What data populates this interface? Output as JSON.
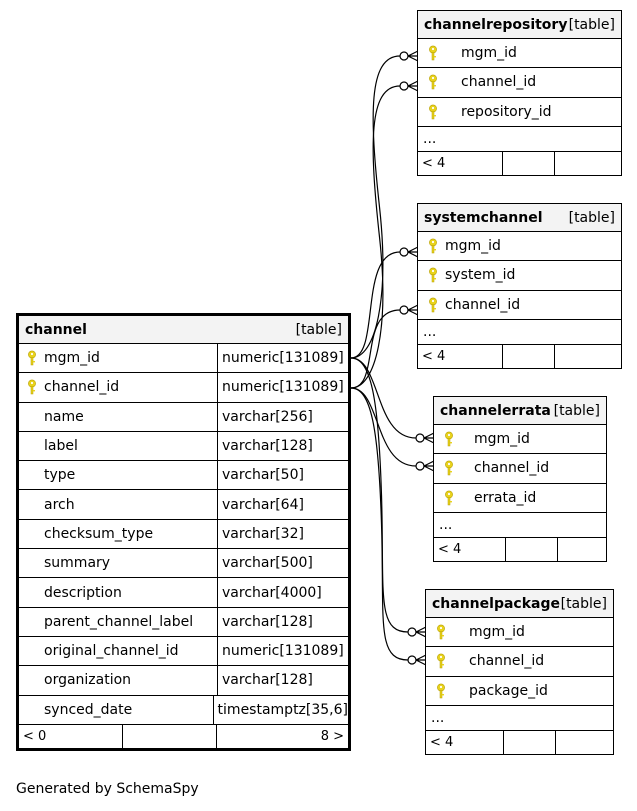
{
  "footer_text": "Generated by SchemaSpy",
  "tables": {
    "channel": {
      "name": "channel",
      "type": "[table]",
      "columns": [
        {
          "name": "mgm_id",
          "type": "numeric[131089]",
          "key": true
        },
        {
          "name": "channel_id",
          "type": "numeric[131089]",
          "key": true
        },
        {
          "name": "name",
          "type": "varchar[256]",
          "key": false
        },
        {
          "name": "label",
          "type": "varchar[128]",
          "key": false
        },
        {
          "name": "type",
          "type": "varchar[50]",
          "key": false
        },
        {
          "name": "arch",
          "type": "varchar[64]",
          "key": false
        },
        {
          "name": "checksum_type",
          "type": "varchar[32]",
          "key": false
        },
        {
          "name": "summary",
          "type": "varchar[500]",
          "key": false
        },
        {
          "name": "description",
          "type": "varchar[4000]",
          "key": false
        },
        {
          "name": "parent_channel_label",
          "type": "varchar[128]",
          "key": false
        },
        {
          "name": "original_channel_id",
          "type": "numeric[131089]",
          "key": false
        },
        {
          "name": "organization",
          "type": "varchar[128]",
          "key": false
        },
        {
          "name": "synced_date",
          "type": "timestamptz[35,6]",
          "key": false
        }
      ],
      "footer_left": "< 0",
      "footer_right": "8 >"
    },
    "channelrepository": {
      "name": "channelrepository",
      "type": "[table]",
      "columns": [
        {
          "name": "mgm_id",
          "key": true
        },
        {
          "name": "channel_id",
          "key": true
        },
        {
          "name": "repository_id",
          "key": true
        }
      ],
      "ellipsis": "...",
      "footer_left": "< 4"
    },
    "systemchannel": {
      "name": "systemchannel",
      "type": "[table]",
      "columns": [
        {
          "name": "mgm_id",
          "key": true
        },
        {
          "name": "system_id",
          "key": true
        },
        {
          "name": "channel_id",
          "key": true
        }
      ],
      "ellipsis": "...",
      "footer_left": "< 4"
    },
    "channelerrata": {
      "name": "channelerrata",
      "type": "[table]",
      "columns": [
        {
          "name": "mgm_id",
          "key": true
        },
        {
          "name": "channel_id",
          "key": true
        },
        {
          "name": "errata_id",
          "key": true
        }
      ],
      "ellipsis": "...",
      "footer_left": "< 4"
    },
    "channelpackage": {
      "name": "channelpackage",
      "type": "[table]",
      "columns": [
        {
          "name": "mgm_id",
          "key": true
        },
        {
          "name": "channel_id",
          "key": true
        },
        {
          "name": "package_id",
          "key": true
        }
      ],
      "ellipsis": "...",
      "footer_left": "< 4"
    }
  },
  "colors": {
    "key_icon": "#e8d21c",
    "header_bg": "#f3f3f3",
    "border": "#000000"
  }
}
